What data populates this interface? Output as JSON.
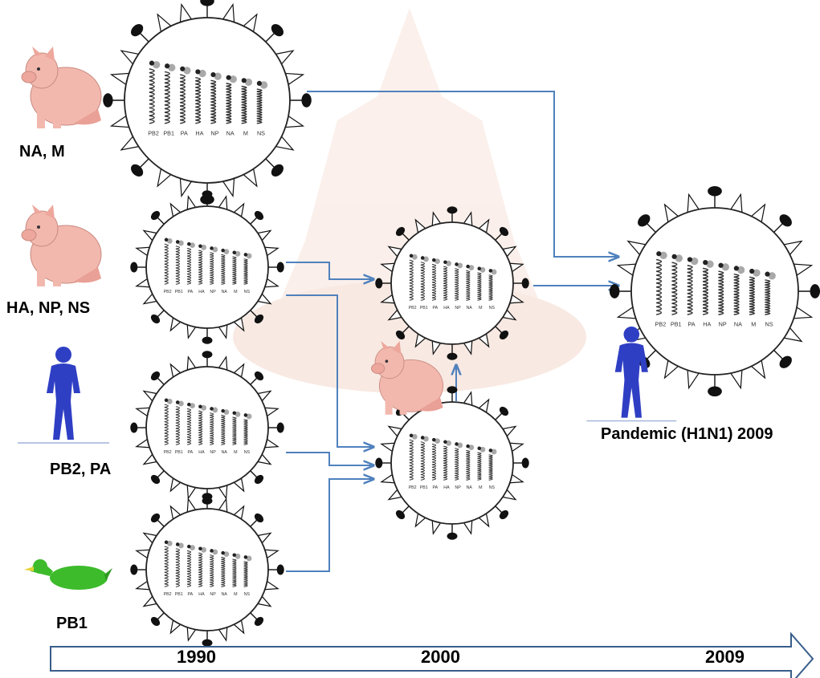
{
  "source_labels": {
    "pig_top": "NA, M",
    "pig_mid": "HA, NP, NS",
    "human": "PB2, PA",
    "duck": "PB1"
  },
  "result_label": "Pandemic (H1N1) 2009",
  "timeline": {
    "years": [
      "1990",
      "2000",
      "2009"
    ]
  },
  "segments": [
    "PB2",
    "PB1",
    "PA",
    "HA",
    "NP",
    "NA",
    "M",
    "NS"
  ],
  "colors": {
    "arrow": "#4f81bd",
    "timeline_stroke": "#385d8a",
    "pig": "#f2b8ae",
    "human": "#2f3fc4",
    "duck": "#3dbb2b",
    "spike": "#111111",
    "segment_head": "#a9a9a9",
    "watermark": "#f1d4c8"
  },
  "icons": {
    "pig": "pig-icon",
    "human": "human-silhouette-icon",
    "duck": "duck-icon",
    "virus": "virus-particle-icon"
  }
}
